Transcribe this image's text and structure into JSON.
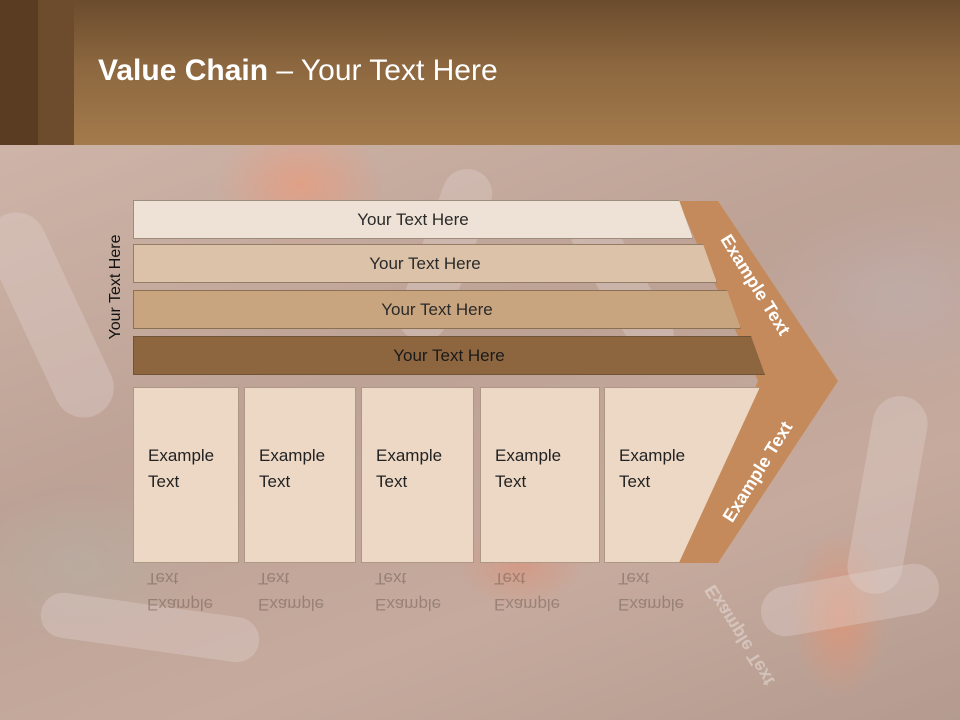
{
  "title": {
    "bold": "Value Chain",
    "rest": " – Your Text Here"
  },
  "side_label": "Your Text Here",
  "bars": [
    {
      "label": "Your Text Here",
      "color": "#eee2d6"
    },
    {
      "label": "Your Text Here",
      "color": "#dcc2a8"
    },
    {
      "label": "Your Text Here",
      "color": "#c9a57f"
    },
    {
      "label": "Your Text Here",
      "color": "#8d6640"
    }
  ],
  "boxes": [
    {
      "line1": "Example",
      "line2": "Text"
    },
    {
      "line1": "Example",
      "line2": "Text"
    },
    {
      "line1": "Example",
      "line2": "Text"
    },
    {
      "line1": "Example",
      "line2": "Text"
    },
    {
      "line1": "Example",
      "line2": "Text"
    }
  ],
  "arrow": {
    "top_text": "Example Text",
    "bottom_text": "Example Text",
    "color": "#c48a5b"
  },
  "colors": {
    "header": "#8c673f",
    "box_fill": "#ecd8c5"
  }
}
